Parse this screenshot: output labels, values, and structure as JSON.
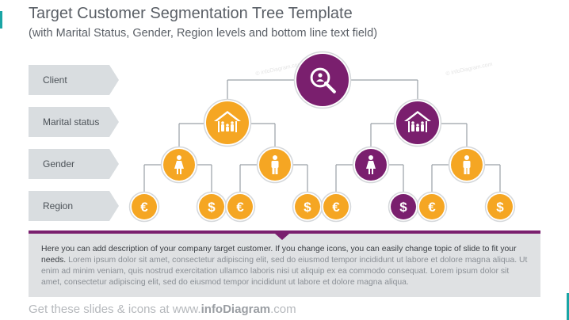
{
  "header": {
    "title": "Target Customer Segmentation Tree Template",
    "subtitle": "(with Marital Status, Gender, Region levels and bottom line text field)"
  },
  "levels": [
    {
      "label": "Client"
    },
    {
      "label": "Marital status"
    },
    {
      "label": "Gender"
    },
    {
      "label": "Region"
    }
  ],
  "colors": {
    "orange": "#f5a623",
    "purple": "#7a1f6e",
    "level_tab": "#d9dde0",
    "connector": "#9aa0a6",
    "ring": "#d5d8db"
  },
  "tree": {
    "root": {
      "icon": "search-person-icon",
      "color": "purple"
    },
    "marital": [
      {
        "icon": "house-family-icon",
        "color": "orange"
      },
      {
        "icon": "house-family-icon",
        "color": "purple"
      }
    ],
    "gender": [
      {
        "icon": "woman-icon",
        "color": "orange"
      },
      {
        "icon": "man-icon",
        "color": "orange"
      },
      {
        "icon": "woman-icon",
        "color": "purple"
      },
      {
        "icon": "man-icon",
        "color": "orange"
      }
    ],
    "region": [
      {
        "icon": "euro-icon",
        "symbol": "€",
        "color": "orange"
      },
      {
        "icon": "dollar-icon",
        "symbol": "$",
        "color": "orange"
      },
      {
        "icon": "euro-icon",
        "symbol": "€",
        "color": "orange"
      },
      {
        "icon": "dollar-icon",
        "symbol": "$",
        "color": "orange"
      },
      {
        "icon": "euro-icon",
        "symbol": "€",
        "color": "orange"
      },
      {
        "icon": "dollar-icon",
        "symbol": "$",
        "color": "purple"
      },
      {
        "icon": "euro-icon",
        "symbol": "€",
        "color": "orange"
      },
      {
        "icon": "dollar-icon",
        "symbol": "$",
        "color": "orange"
      }
    ]
  },
  "description": {
    "bold": "Here you can add description of your company target customer. If you change icons, you can easily change topic of slide to fit your needs.",
    "lorem": " Lorem ipsum dolor sit amet, consectetur adipiscing elit, sed do eiusmod tempor incididunt ut labore et dolore magna aliqua. Ut enim ad minim veniam, quis nostrud exercitation ullamco laboris nisi ut aliquip ex ea commodo consequat. Lorem ipsum dolor sit amet, consectetur adipiscing elit, sed do eiusmod tempor incididunt ut labore et dolore magna aliqua."
  },
  "footer": {
    "prefix": "Get these slides & icons at www.",
    "brand": "infoDiagram",
    "suffix": ".com"
  },
  "watermark": "© infoDiagram.com"
}
